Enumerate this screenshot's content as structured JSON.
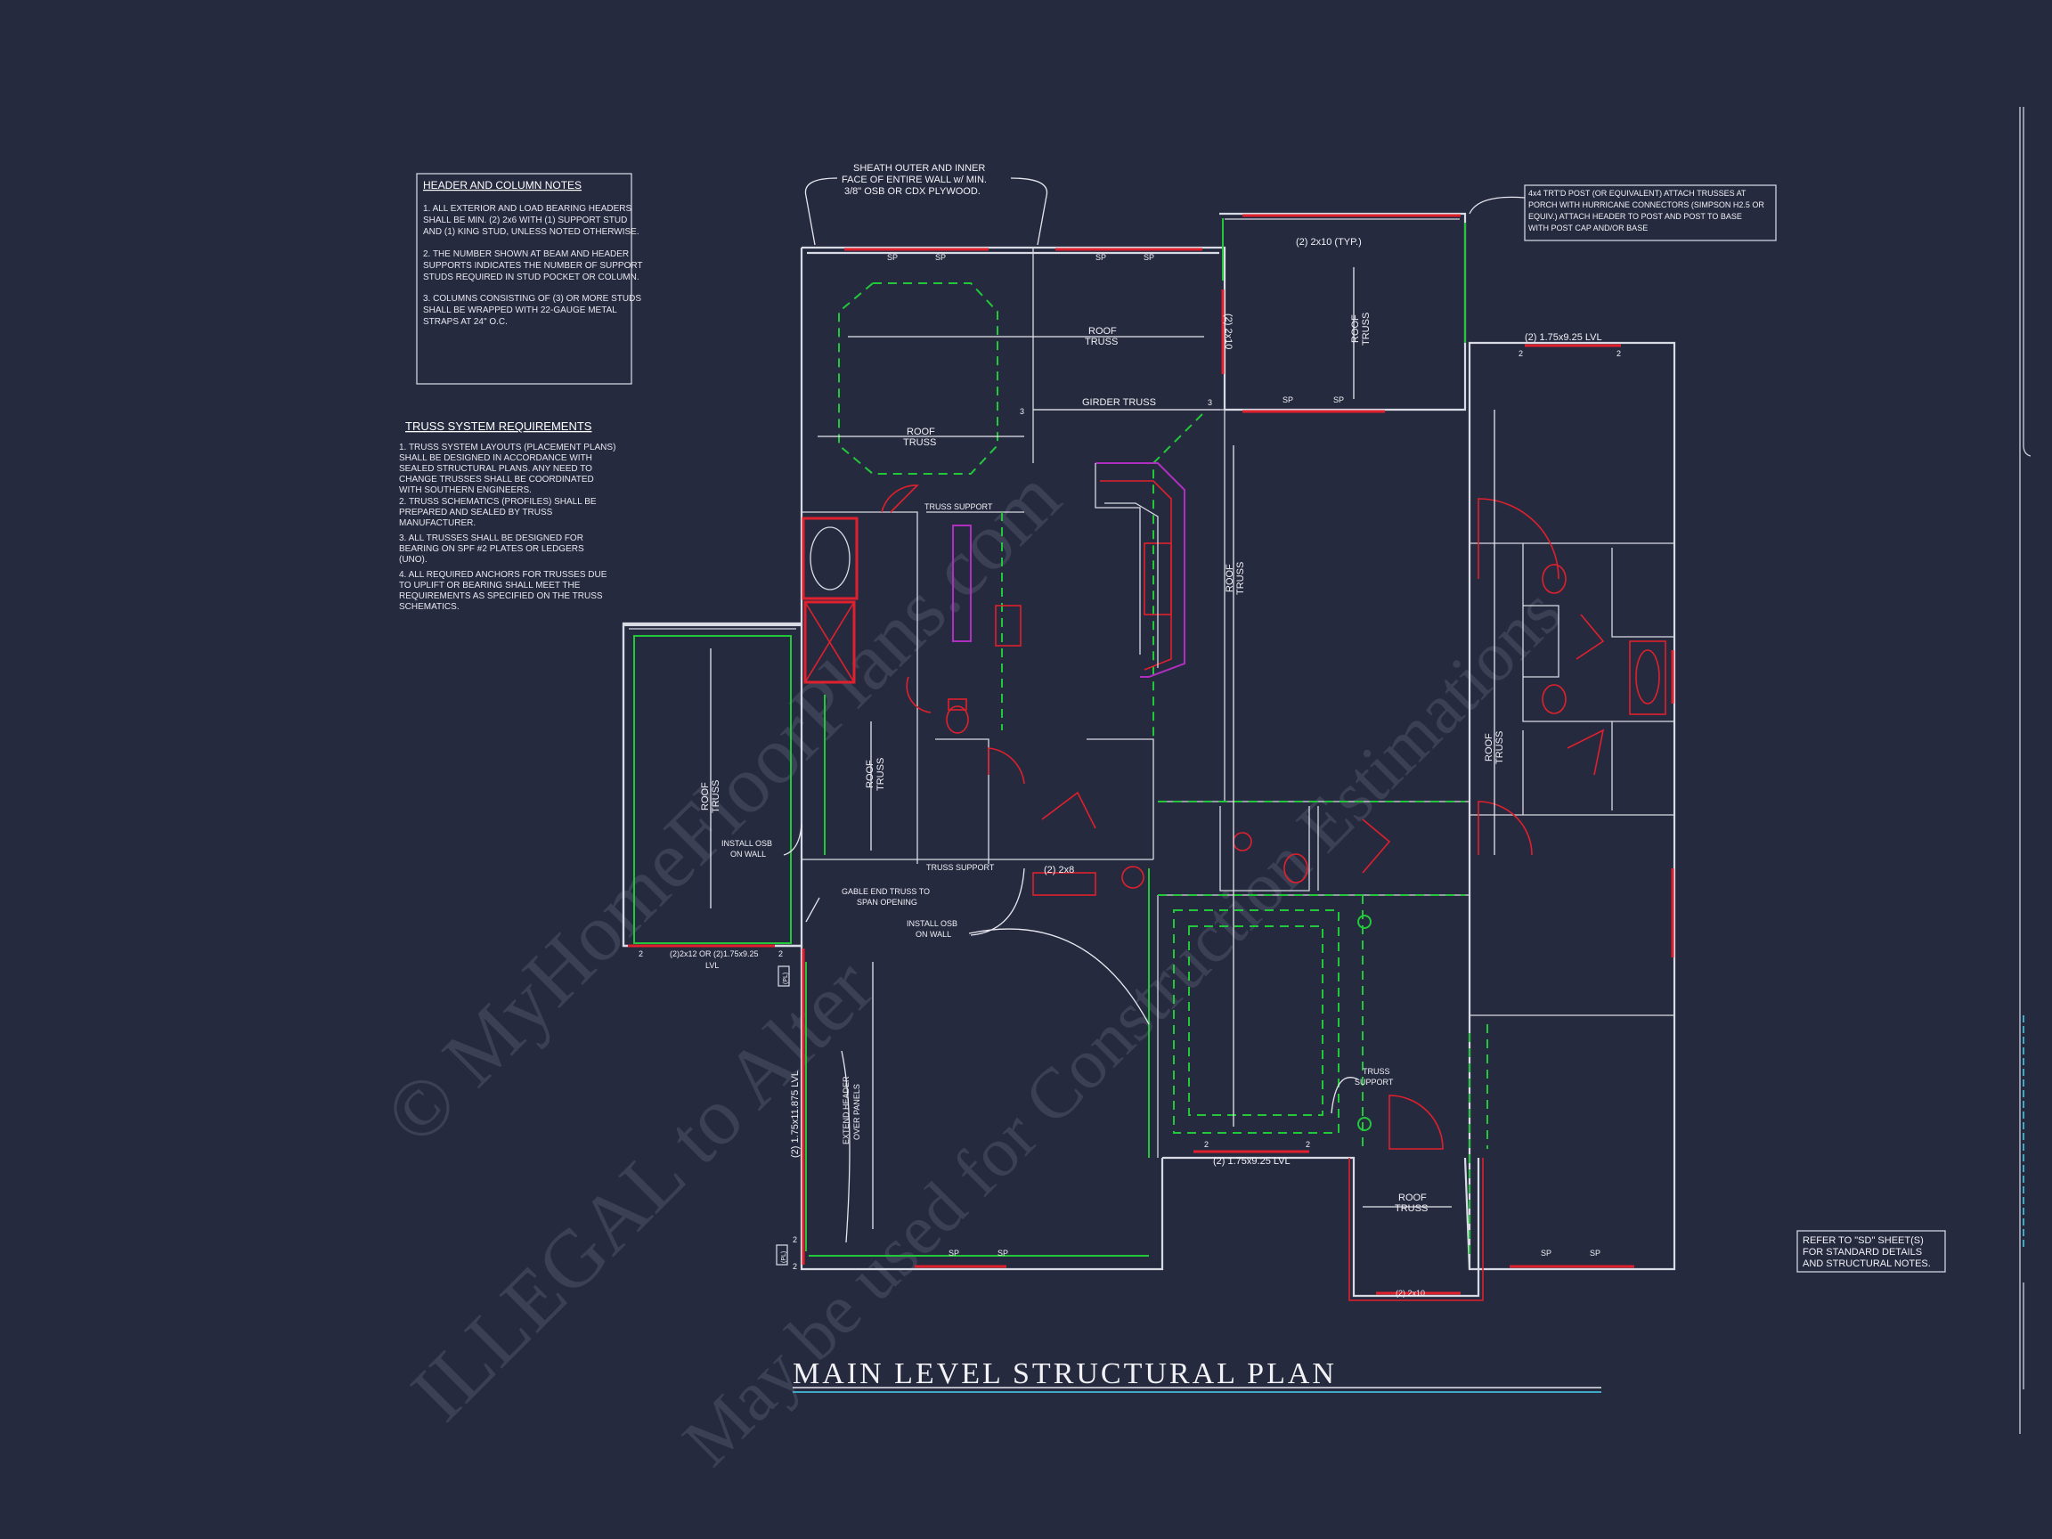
{
  "plan_title": "MAIN LEVEL STRUCTURAL PLAN",
  "watermark": {
    "line1": "© MyHomeFloorPlans.com",
    "line2": "ILLEGAL to Alter",
    "line3": "May be used for Construction Estimations"
  },
  "header_notes": {
    "title": "HEADER AND COLUMN NOTES",
    "lines": [
      "1. ALL EXTERIOR AND LOAD BEARING HEADERS",
      "SHALL BE MIN. (2) 2x6 WITH (1) SUPPORT STUD",
      "AND (1) KING STUD, UNLESS NOTED OTHERWISE.",
      "2. THE NUMBER SHOWN AT BEAM AND HEADER",
      "SUPPORTS INDICATES THE NUMBER OF SUPPORT",
      "STUDS REQUIRED IN STUD POCKET OR COLUMN.",
      "3. COLUMNS CONSISTING OF (3) OR MORE STUDS",
      "SHALL BE WRAPPED WITH 22-GAUGE METAL",
      "STRAPS AT 24\" O.C."
    ]
  },
  "truss_notes": {
    "title": "TRUSS SYSTEM REQUIREMENTS",
    "lines": [
      "1. TRUSS SYSTEM LAYOUTS (PLACEMENT PLANS)",
      "SHALL BE DESIGNED IN ACCORDANCE WITH",
      "SEALED STRUCTURAL PLANS. ANY NEED TO",
      "CHANGE TRUSSES SHALL BE COORDINATED",
      "WITH SOUTHERN ENGINEERS.",
      "2. TRUSS SCHEMATICS (PROFILES) SHALL BE",
      "PREPARED AND SEALED BY TRUSS",
      "MANUFACTURER.",
      "3. ALL TRUSSES SHALL BE DESIGNED FOR",
      "BEARING ON SPF #2 PLATES OR LEDGERS",
      "(UNO).",
      "4. ALL REQUIRED ANCHORS FOR TRUSSES DUE",
      "TO UPLIFT OR BEARING SHALL MEET THE",
      "REQUIREMENTS AS SPECIFIED ON THE TRUSS",
      "SCHEMATICS."
    ]
  },
  "sheath_note": [
    "SHEATH OUTER AND INNER",
    "FACE OF ENTIRE WALL w/ MIN.",
    "3/8\" OSB OR CDX PLYWOOD."
  ],
  "porch_note": [
    "4x4 TRT'D POST (OR EQUIVALENT) ATTACH TRUSSES AT",
    "PORCH WITH HURRICANE CONNECTORS (SIMPSON H2.5 OR",
    "EQUIV.) ATTACH HEADER TO POST AND POST TO BASE",
    "WITH POST CAP AND/OR BASE"
  ],
  "refer_note": [
    "REFER TO \"SD\" SHEET(S)",
    "FOR STANDARD DETAILS",
    "AND STRUCTURAL NOTES."
  ],
  "labels": {
    "roof": "ROOF",
    "truss": "TRUSS",
    "girder_truss": "GIRDER TRUSS",
    "truss_support": "TRUSS SUPPORT",
    "sp": "SP",
    "two": "2",
    "three": "3",
    "hdr_2x10_typ": "(2) 2x10 (TYP.)",
    "hdr_2x10_vert": "(2) 2x10",
    "hdr_lvl_top": "(2) 1.75x9.25 LVL",
    "hdr_lvl_bottom": "(2) 1.75x9.25 LVL",
    "hdr_2x8": "(2) 2x8",
    "hdr_2x10_bottom": "(2) 2x10",
    "hdr_2x12_a": "(2)2x12 OR (2)1.75x9.25",
    "hdr_2x12_b": "LVL",
    "hdr_lvl_1188": "(2) 1.75x11.875 LVL",
    "install_osb_a": "INSTALL OSB",
    "install_osb_b": "ON WALL",
    "gable_a": "GABLE END TRUSS TO",
    "gable_b": "SPAN OPENING",
    "extend_a": "EXTEND HEADER",
    "extend_b": "OVER PANELS",
    "col_tag": "(PL)"
  }
}
